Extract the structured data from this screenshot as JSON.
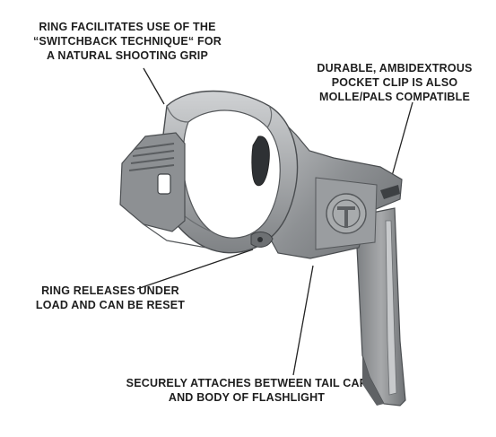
{
  "callouts": {
    "ring_grip": {
      "lines": [
        "RING FACILITATES USE OF THE",
        "“SWITCHBACK TECHNIQUE“ FOR",
        "A NATURAL SHOOTING GRIP"
      ]
    },
    "pocket_clip": {
      "lines": [
        "DURABLE, AMBIDEXTROUS",
        "POCKET CLIP IS ALSO",
        "MOLLE/PALS COMPATIBLE"
      ]
    },
    "ring_release": {
      "lines": [
        "RING RELEASES UNDER",
        "LOAD AND CAN BE RESET"
      ]
    },
    "attach": {
      "lines": [
        "SECURELY ATTACHES BETWEEN TAIL CAP",
        "AND BODY OF FLASHLIGHT"
      ]
    }
  },
  "colors": {
    "text": "#1e1e1e",
    "body": "#8a8d90",
    "body_light": "#b4b6b8",
    "body_dark": "#5d6063",
    "leader": "#222222"
  }
}
